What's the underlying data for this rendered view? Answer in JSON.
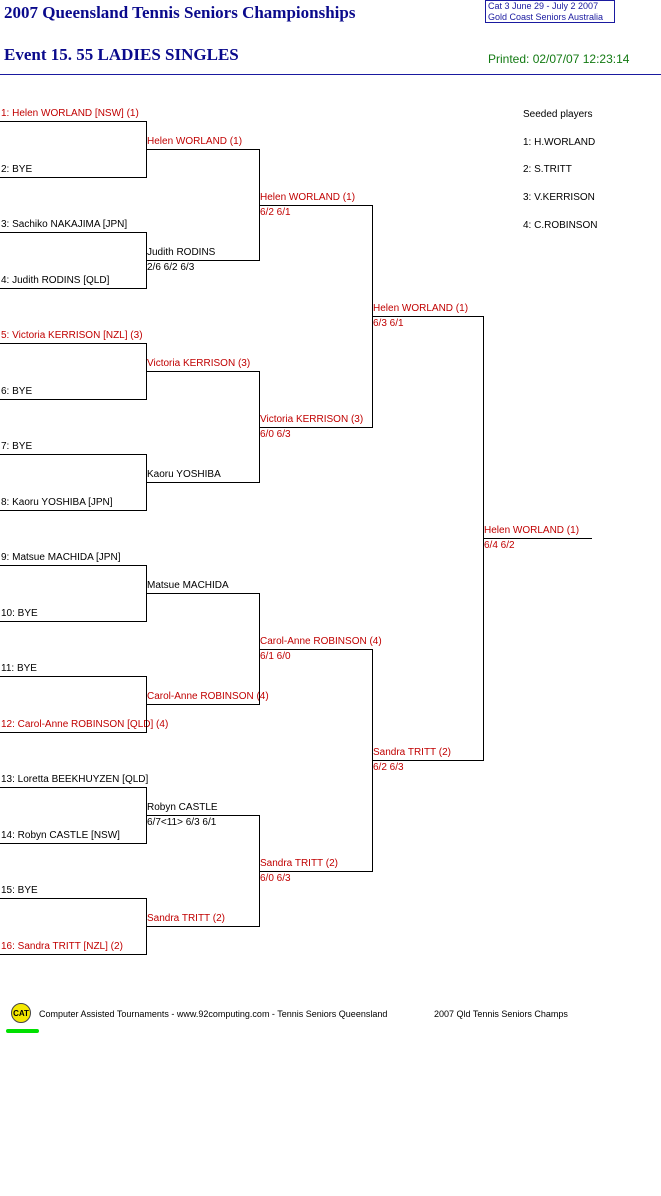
{
  "header": {
    "title": "2007 Queensland Tennis Seniors Championships",
    "event": "Event 15. 55 LADIES SINGLES",
    "printed": "Printed: 02/07/07 12:23:14",
    "info_line1": "Cat 3   June 29 - July 2 2007",
    "info_line2": "Gold Coast Seniors    Australia"
  },
  "seeded": {
    "heading": "Seeded players",
    "players": [
      "1: H.WORLAND",
      "2: S.TRITT",
      "3: V.KERRISON",
      "4: C.ROBINSON"
    ]
  },
  "draw": {
    "round1": [
      "1: Helen WORLAND [NSW] (1)",
      "2: BYE",
      "3: Sachiko NAKAJIMA [JPN]",
      "4: Judith RODINS [QLD]",
      "5: Victoria KERRISON [NZL] (3)",
      "6: BYE",
      "7: BYE",
      "8: Kaoru YOSHIBA [JPN]",
      "9: Matsue MACHIDA [JPN]",
      "10: BYE",
      "11: BYE",
      "12: Carol-Anne ROBINSON [QLD] (4)",
      "13: Loretta BEEKHUYZEN [QLD]",
      "14: Robyn CASTLE [NSW]",
      "15: BYE",
      "16: Sandra TRITT [NZL] (2)"
    ],
    "round2": [
      {
        "name": "Helen WORLAND (1)",
        "score": ""
      },
      {
        "name": "Judith RODINS",
        "score": "2/6 6/2 6/3"
      },
      {
        "name": "Victoria KERRISON (3)",
        "score": ""
      },
      {
        "name": "Kaoru YOSHIBA",
        "score": ""
      },
      {
        "name": "Matsue MACHIDA",
        "score": ""
      },
      {
        "name": "Carol-Anne ROBINSON (4)",
        "score": ""
      },
      {
        "name": "Robyn CASTLE",
        "score": "6/7<11> 6/3 6/1"
      },
      {
        "name": "Sandra TRITT (2)",
        "score": ""
      }
    ],
    "quarterfinals": [
      {
        "name": "Helen WORLAND (1)",
        "score": "6/2 6/1"
      },
      {
        "name": "Victoria KERRISON (3)",
        "score": "6/0 6/3"
      },
      {
        "name": "Carol-Anne ROBINSON (4)",
        "score": "6/1 6/0"
      },
      {
        "name": "Sandra TRITT (2)",
        "score": "6/0 6/3"
      }
    ],
    "semifinals": [
      {
        "name": "Helen WORLAND (1)",
        "score": "6/3 6/1"
      },
      {
        "name": "Sandra TRITT (2)",
        "score": "6/2 6/3"
      }
    ],
    "final": {
      "name": "Helen WORLAND (1)",
      "score": "6/4 6/2"
    }
  },
  "footer": {
    "logo": "CAT",
    "credits": "Computer Assisted Tournaments - www.92computing.com -  Tennis Seniors Queensland",
    "event_name": "2007 Qld Tennis Seniors Champs"
  }
}
